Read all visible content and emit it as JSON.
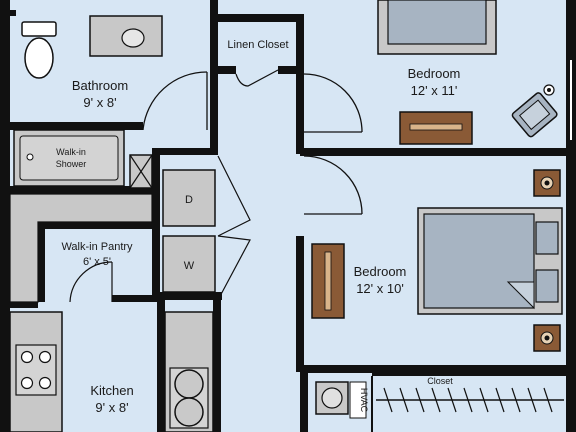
{
  "colors": {
    "floor": "#d7e6f4",
    "wall": "#111111",
    "fixture": "#c8c8c8",
    "bed_fill": "#a7b4c2",
    "wood": "#8a5a36"
  },
  "rooms": {
    "bathroom": {
      "name": "Bathroom",
      "size": "9' x 8'"
    },
    "linen_closet": {
      "name": "Linen Closet"
    },
    "bedroom_top": {
      "name": "Bedroom",
      "size": "12' x 11'"
    },
    "bedroom_mid": {
      "name": "Bedroom",
      "size": "12' x 10'"
    },
    "walk_in_shower": {
      "line1": "Walk-in",
      "line2": "Shower"
    },
    "walk_in_pantry": {
      "name": "Walk-in Pantry",
      "size": "6' x 5'"
    },
    "kitchen": {
      "name": "Kitchen",
      "size": "9' x 8'"
    },
    "closet": {
      "name": "Closet"
    },
    "hvac": {
      "name": "HVAC"
    }
  },
  "appliances": {
    "dryer": "D",
    "washer": "W"
  }
}
